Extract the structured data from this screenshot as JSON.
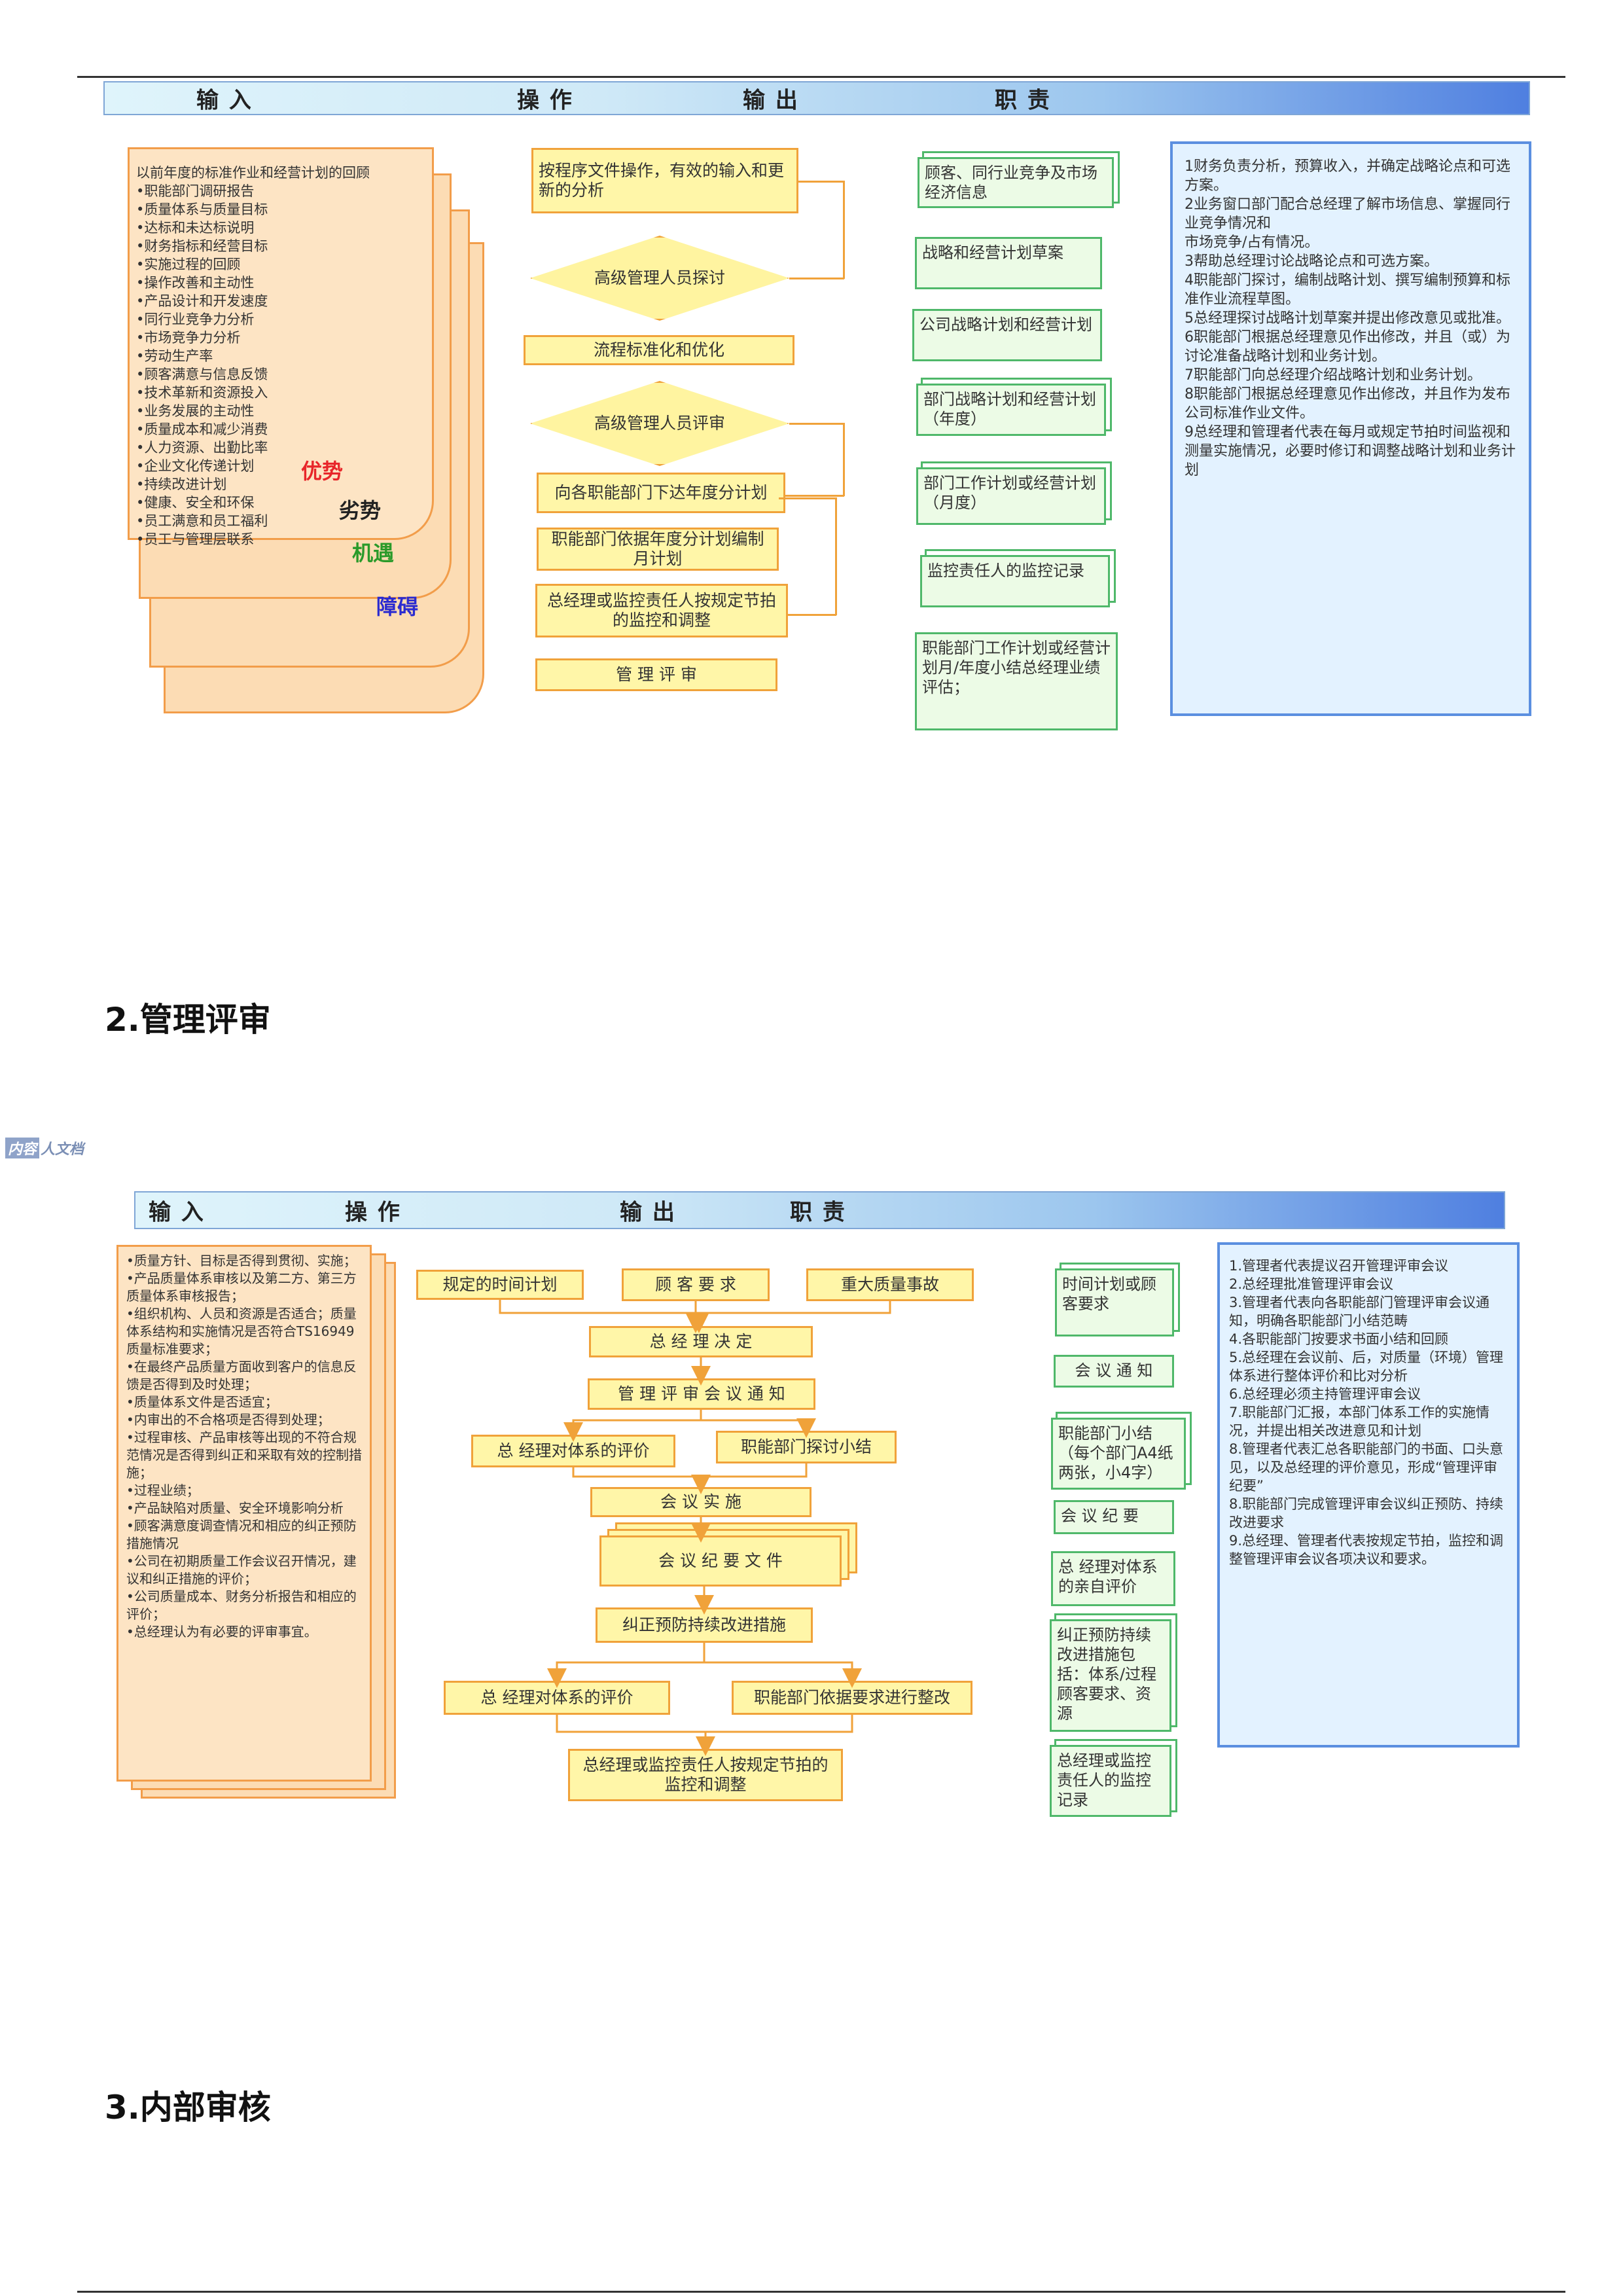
{
  "top_chart": {
    "header": {
      "input": "输 入",
      "operation": "操 作",
      "output": "输 出",
      "duty": "职 责"
    },
    "input_list": "以前年度的标准作业和经营计划的回顾\n•职能部门调研报告\n•质量体系与质量目标\n•达标和未达标说明\n•财务指标和经营目标\n•实施过程的回顾\n•操作改善和主动性\n•产品设计和开发速度\n•同行业竞争力分析\n•市场竞争力分析\n•劳动生产率\n•顾客满意与信息反馈\n•技术革新和资源投入\n•业务发展的主动性\n•质量成本和减少消费\n•人力资源、出勤比率\n•企业文化传递计划\n•持续改进计划\n•健康、安全和环保\n•员工满意和员工福利\n•员工与管理层联系",
    "tags": {
      "strength": "优势",
      "weakness": "劣势",
      "opportunity": "机遇",
      "threat": "障碍"
    },
    "process": {
      "step1": "按程序文件操作，有效的输入和更新的分析",
      "decision1": "高级管理人员探讨",
      "step2": "流程标准化和优化",
      "decision2": "高级管理人员评审",
      "step3": "向各职能部门下达年度分计划",
      "step4": "职能部门依据年度分计划编制月计划",
      "step5": "总经理或监控责任人按规定节拍的监控和调整",
      "step6": "管 理 评 审"
    },
    "outputs": [
      "顾客、同行业竞争及市场经济信息",
      "战略和经营计划草案",
      "公司战略计划和经营计划",
      "部门战略计划和经营计划（年度）",
      "部门工作计划或经营计划（月度）",
      "监控责任人的监控记录",
      "职能部门工作计划或经营计划月/年度小结总经理业绩评估；"
    ],
    "duties": "1财务负责分析，预算收入，并确定战略论点和可选方案。\n2业务窗口部门配合总经理了解市场信息、掌握同行业竞争情况和\n市场竞争/占有情况。\n3帮助总经理讨论战略论点和可选方案。\n4职能部门探讨，编制战略计划、撰写编制预算和标准作业流程草图。\n5总经理探讨战略计划草案并提出修改意见或批准。\n6职能部门根据总经理意见作出修改，并且（或）为讨论准备战略计划和业务计划。\n7职能部门向总经理介绍战略计划和业务计划。\n8职能部门根据总经理意见作出修改，并且作为发布公司标准作业文件。\n9总经理和管理者代表在每月或规定节拍时间监视和测量实施情况，必要时修订和调整战略计划和业务计划"
  },
  "section2_title": "2.管理评审",
  "logo_text": "人文档",
  "logo_box": "内容",
  "mid_chart": {
    "header": {
      "input": "输 入",
      "operation": "操 作",
      "output": "输 出",
      "duty": "职 责"
    },
    "input_list": "•质量方针、目标是否得到贯彻、实施；\n•产品质量体系审核以及第二方、第三方质量体系审核报告；\n•组织机构、人员和资源是否适合；质量体系结构和实施情况是否符合TS16949质量标准要求；\n•在最终产品质量方面收到客户的信息反馈是否得到及时处理；\n•质量体系文件是否适宜；\n•内审出的不合格项是否得到处理；\n•过程审核、产品审核等出现的不符合规范情况是否得到纠正和采取有效的控制措施；\n•过程业绩；\n•产品缺陷对质量、安全环境影响分析\n•顾客满意度调查情况和相应的纠正预防措施情况\n•公司在初期质量工作会议召开情况，建议和纠正措施的评价；\n•公司质量成本、财务分析报告和相应的评价；\n•总经理认为有必要的评审事宜。",
    "process": {
      "s1": "规定的时间计划",
      "s2": "顾 客 要 求",
      "s3": "重大质量事故",
      "s4": "总 经 理 决 定",
      "s5": "管 理 评 审 会 议 通 知",
      "s6": "总 经理对体系的评价",
      "s7": "职能部门探讨小结",
      "s8": "会 议 实 施",
      "s9": "会 议 纪 要 文 件",
      "s10": "纠正预防持续改进措施",
      "s11": "总 经理对体系的评价",
      "s12": "职能部门依据要求进行整改",
      "s13": "总经理或监控责任人按规定节拍的监控和调整"
    },
    "outputs": [
      "时间计划或顾客要求",
      "会 议 通 知",
      "职能部门小结（每个部门A4纸两张，小4字）",
      "会 议 纪 要",
      "总 经理对体系的亲自评价",
      "纠正预防持续改进措施包括：体系/过程顾客要求、资源",
      "总经理或监控责任人的监控记录"
    ],
    "duties": "1.管理者代表提议召开管理评审会议\n2.总经理批准管理评审会议\n3.管理者代表向各职能部门管理评审会议通知，明确各职能部门小结范畴\n4.各职能部门按要求书面小结和回顾\n5.总经理在会议前、后，对质量（环境）管理体系进行整体评价和比对分析\n6.总经理必须主持管理评审会议\n7.职能部门汇报，本部门体系工作的实施情况，并提出相关改进意见和计划\n8.管理者代表汇总各职能部门的书面、口头意见，以及总经理的评价意见，形成“管理评审纪要”\n8.职能部门完成管理评审会议纠正预防、持续改进要求\n9.总经理、管理者代表按规定节拍，监控和调整管理评审会议各项决议和要求。"
  },
  "section3_title": "3.内部审核"
}
